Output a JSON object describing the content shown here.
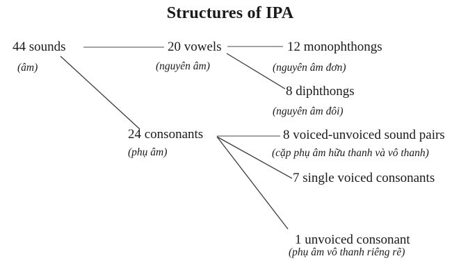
{
  "title": "Structures of IPA",
  "tree": {
    "root": {
      "label": "44 sounds",
      "sublabel": "(âm)",
      "children": [
        {
          "label": "20 vowels",
          "sublabel": "(nguyên âm)",
          "children": [
            {
              "label": "12 monophthongs",
              "sublabel": "(nguyên âm đơn)"
            },
            {
              "label": "8 diphthongs",
              "sublabel": "(nguyên âm đôi)"
            }
          ]
        },
        {
          "label": "24 consonants",
          "sublabel": "(phụ âm)",
          "children": [
            {
              "label": "8 voiced-unvoiced sound pairs",
              "sublabel": "(cặp phụ âm hữu thanh và vô thanh)"
            },
            {
              "label": "7 single voiced consonants"
            },
            {
              "label": "1 unvoiced consonant",
              "sublabel": "(phụ âm vô thanh riêng rẽ)"
            }
          ]
        }
      ]
    }
  },
  "colors": {
    "background": "#ffffff",
    "text": "#1a1a1a",
    "horizontal_line": "#6e6e6e",
    "diagonal_line": "#3a3a3a"
  }
}
